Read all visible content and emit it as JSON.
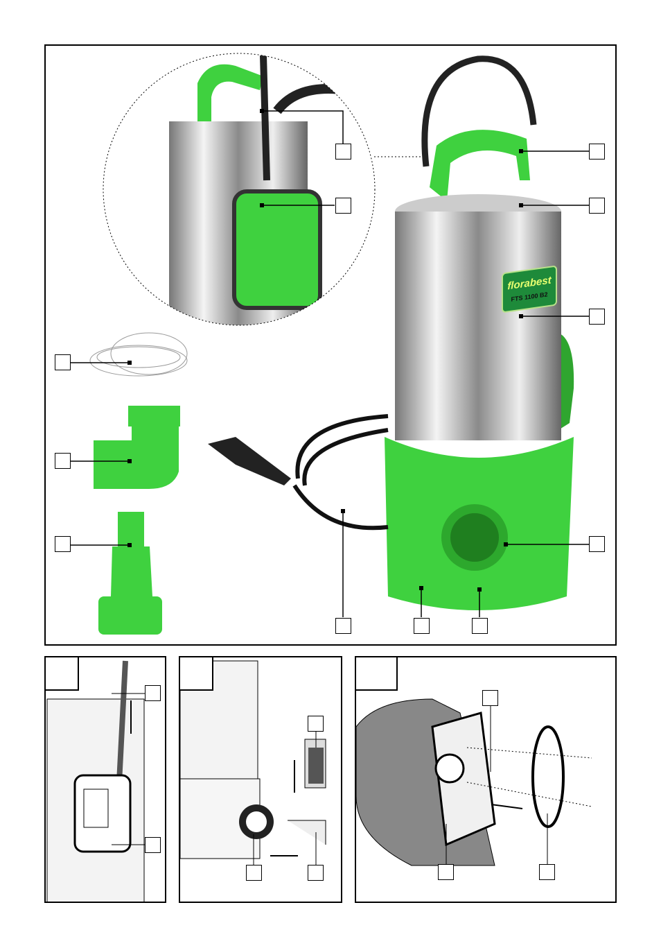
{
  "figure_main": {
    "logo": {
      "brand_part1": "flora",
      "brand_part2": "best",
      "model": "FTS 1100 B2"
    }
  },
  "colors": {
    "green": "#3fd13f",
    "dark_green": "#1e8a3a",
    "steel": "#c8c8c8"
  }
}
